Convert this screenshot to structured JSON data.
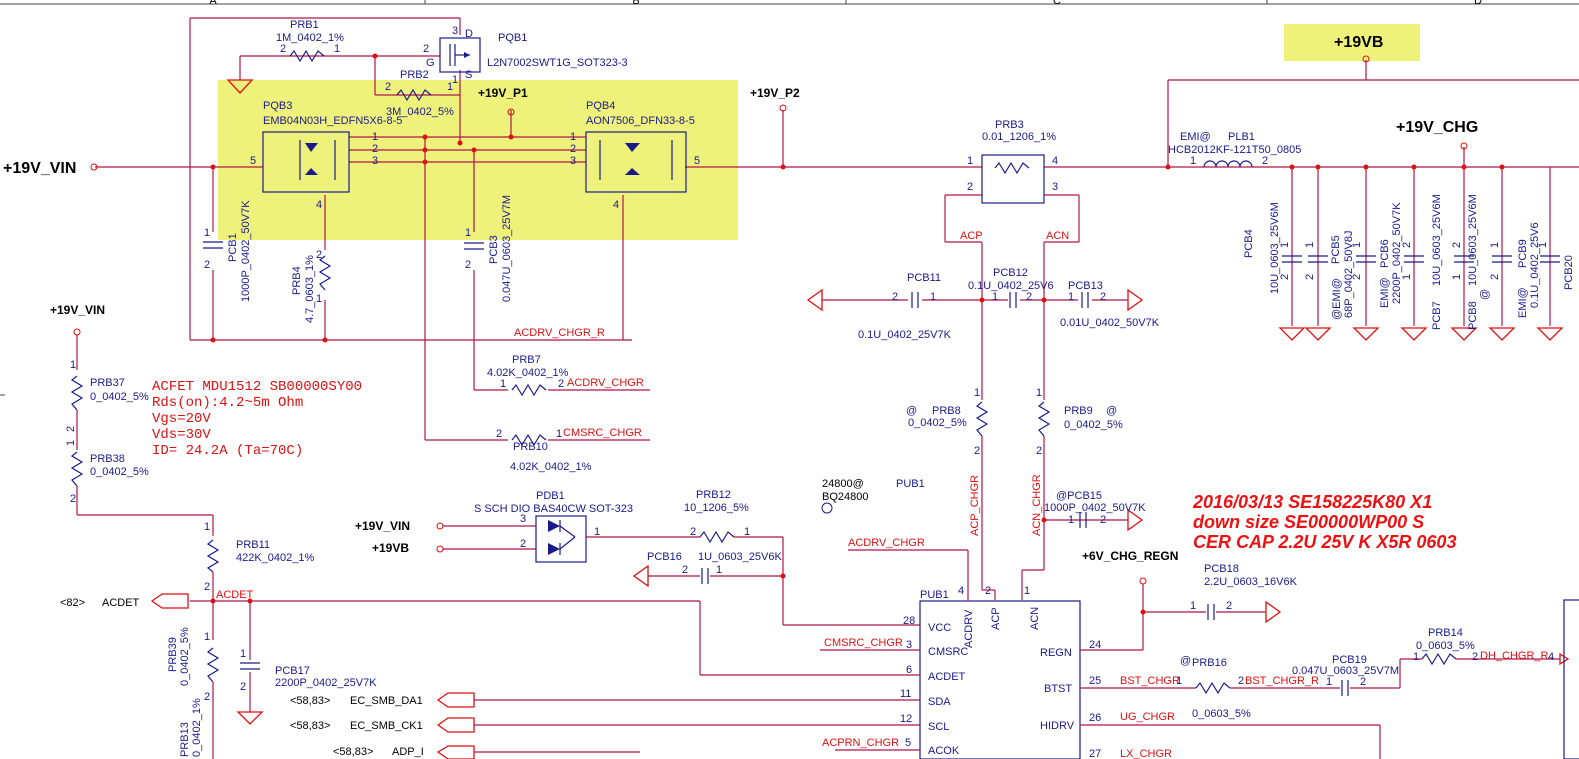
{
  "frame": {
    "cols": [
      "A",
      "B",
      "C",
      "D"
    ]
  },
  "rails": {
    "vin": "+19V_VIN",
    "p1": "+19V_P1",
    "p2": "+19V_P2",
    "vb": "+19VB",
    "chg": "+19V_CHG",
    "vin2": "+19V_VIN",
    "vin3": "+19V_VIN",
    "vb2": "+19VB",
    "regn": "+6V_CHG_REGN"
  },
  "fets": {
    "pqb1": {
      "ref": "PQB1",
      "part": "L2N7002SWT1G_SOT323-3",
      "d": "D",
      "g": "G",
      "s": "S",
      "p2": "2",
      "p3": "3",
      "p1": "1"
    },
    "pqb3": {
      "ref": "PQB3",
      "part": "EMB04N03H_EDFN5X6-8-5",
      "p1": "1",
      "p2": "2",
      "p3": "3",
      "p4": "4",
      "p5": "5"
    },
    "pqb4": {
      "ref": "PQB4",
      "part": "AON7506_DFN33-8-5",
      "p1": "1",
      "p2": "2",
      "p3": "3",
      "p4": "4",
      "p5": "5"
    }
  },
  "res": {
    "prb1": {
      "ref": "PRB1",
      "val": "1M_0402_1%",
      "a": "2",
      "b": "1"
    },
    "prb2": {
      "ref": "PRB2",
      "val": "3M_0402_5%",
      "a": "2",
      "b": "1"
    },
    "prb3": {
      "ref": "PRB3",
      "val": "0.01_1206_1%",
      "p1": "1",
      "p2": "2",
      "p3": "3",
      "p4": "4"
    },
    "prb4": {
      "ref": "PRB4",
      "val": "4.7_0603_1%",
      "a": "2",
      "b": "1"
    },
    "prb7": {
      "ref": "PRB7",
      "val": "4.02K_0402_1%",
      "a": "1",
      "b": "2"
    },
    "prb8": {
      "ref": "PRB8",
      "val": "0_0402_5%",
      "at": "@",
      "a": "1",
      "b": "2"
    },
    "prb9": {
      "ref": "PRB9",
      "val": "0_0402_5%",
      "at": "@",
      "a": "1",
      "b": "2"
    },
    "prb10": {
      "ref": "PRB10",
      "val": "4.02K_0402_1%",
      "a": "2",
      "b": "1"
    },
    "prb11": {
      "ref": "PRB11",
      "val": "422K_0402_1%",
      "a": "1",
      "b": "2"
    },
    "prb12": {
      "ref": "PRB12",
      "val": "10_1206_5%",
      "a": "2",
      "b": "1"
    },
    "prb14": {
      "ref": "PRB14",
      "val": "0_0603_5%",
      "a": "1",
      "b": "2"
    },
    "prb16": {
      "ref": "PRB16",
      "val": "0_0603_5%",
      "at": "@",
      "a": "1",
      "b": "2"
    },
    "prb37": {
      "ref": "PRB37",
      "val": "0_0402_5%",
      "a": "1",
      "b": "2"
    },
    "prb38": {
      "ref": "PRB38",
      "val": "0_0402_5%",
      "a": "1",
      "b": "2"
    },
    "prb39": {
      "ref": "PRB39",
      "val": "0_0402_5%",
      "a": "1",
      "b": "2"
    },
    "prb13": {
      "ref": "PRB13",
      "val": "0_0402_1%"
    }
  },
  "caps": {
    "pcb1": {
      "ref": "PCB1",
      "val": "1000P_0402_50V7K",
      "a": "1",
      "b": "2"
    },
    "pcb3": {
      "ref": "PCB3",
      "val": "0.047U_0603_25V7M",
      "a": "1",
      "b": "2"
    },
    "pcb4": {
      "ref": "PCB4",
      "val": "10U_0603_25V6M",
      "a": "1",
      "b": "2"
    },
    "pcb5": {
      "ref": "PCB5",
      "val": "68P_0402_50V8J",
      "at": "@EMI@",
      "a": "1",
      "b": "2"
    },
    "pcb6": {
      "ref": "PCB6",
      "val": "2200P_0402_50V7K",
      "at": "EMI@",
      "a": "1",
      "b": "2"
    },
    "pcb7": {
      "ref": "PCB7",
      "val": "10U_0603_25V6M",
      "a": "2",
      "b": "1"
    },
    "pcb8": {
      "ref": "PCB8",
      "val": "10U_0603_25V6M",
      "at": "@",
      "a": "2",
      "b": "1"
    },
    "pcb9": {
      "ref": "PCB9",
      "val": "0.1U_0402_25V6",
      "at": "EMI@",
      "a": "1",
      "b": "2"
    },
    "pcb11": {
      "ref": "PCB11",
      "val": "0.1U_0402_25V7K",
      "a": "2",
      "b": "1"
    },
    "pcb12": {
      "ref": "PCB12",
      "val": "0.1U_0402_25V6",
      "a": "1",
      "b": "2"
    },
    "pcb13": {
      "ref": "PCB13",
      "val": "0.01U_0402_50V7K",
      "a": "1",
      "b": "2"
    },
    "pcb15": {
      "ref": "@PCB15",
      "val": "1000P_0402_50V7K",
      "a": "1",
      "b": "2"
    },
    "pcb16": {
      "ref": "PCB16",
      "val": "1U_0603_25V6K",
      "a": "2",
      "b": "1"
    },
    "pcb17": {
      "ref": "PCB17",
      "val": "2200P_0402_25V7K",
      "a": "1",
      "b": "2"
    },
    "pcb18": {
      "ref": "PCB18",
      "val": "2.2U_0603_16V6K",
      "a": "1",
      "b": "2"
    },
    "pcb19": {
      "ref": "PCB19",
      "val": "0.047U_0603_25V7M",
      "a": "1",
      "b": "2"
    }
  },
  "plb1": {
    "ref": "PLB1",
    "val": "HCB2012KF-121T50_0805",
    "at": "EMI@",
    "a": "1",
    "b": "2"
  },
  "pdb1": {
    "ref": "PDB1",
    "desc": "S SCH DIO BAS40CW SOT-323",
    "p1": "1",
    "p2": "2",
    "p3": "3"
  },
  "pub1": {
    "ref": "PUB1",
    "ref2": "PUB1",
    "opt": "24800@",
    "part": "BQ24800",
    "left_pins": [
      {
        "num": "28",
        "name": "VCC"
      },
      {
        "num": "3",
        "name": "CMSRC"
      },
      {
        "num": "6",
        "name": "ACDET"
      },
      {
        "num": "11",
        "name": "SDA"
      },
      {
        "num": "12",
        "name": "SCL"
      },
      {
        "num": "5",
        "name": "ACOK"
      }
    ],
    "top_pins": [
      {
        "num": "4",
        "name": "ACDRV"
      },
      {
        "num": "2",
        "name": "ACP"
      },
      {
        "num": "1",
        "name": "ACN"
      }
    ],
    "right_pins": [
      {
        "num": "24",
        "name": "REGN"
      },
      {
        "num": "25",
        "name": "BTST"
      },
      {
        "num": "26",
        "name": "HIDRV"
      },
      {
        "num": "27"
      }
    ]
  },
  "nets": {
    "acdrv_chgr_r": "ACDRV_CHGR_R",
    "acdrv_chgr": "ACDRV_CHGR",
    "acdrv_chgr2": "ACDRV_CHGR",
    "cmsrc_chgr": "CMSRC_CHGR",
    "cmsrc_chgr2": "CMSRC_CHGR",
    "acp": "ACP",
    "acn": "ACN",
    "acp_chgr": "ACP_CHGR",
    "acn_chgr": "ACN_CHGR",
    "acdet": "ACDET",
    "acprn": "ACPRN_CHGR",
    "bst": "BST_CHGR",
    "bst_r": "BST_CHGR_R",
    "ug": "UG_CHGR",
    "dh_r": "DH_CHGR_R",
    "lx": "LX_CHGR"
  },
  "ports": [
    {
      "ref": "<82>",
      "name": "ACDET"
    },
    {
      "ref": "<58,83>",
      "name": "EC_SMB_DA1"
    },
    {
      "ref": "<58,83>",
      "name": "EC_SMB_CK1"
    },
    {
      "ref": "<58,83>",
      "name": "ADP_I"
    }
  ],
  "fet_note": [
    "ACFET MDU1512 SB00000SY00",
    "Rds(on):4.2~5m Ohm",
    "Vgs=20V",
    "Vds=30V",
    "ID= 24.2A (Ta=70C)"
  ],
  "change_note": [
    "2016/03/13   SE158225K80  X1",
    "down size SE00000WP00  S",
    "CER CAP 2.2U 25V K X5R 0603"
  ],
  "misc": {
    "pcb20": "PCB20",
    "prb14pin": "4"
  }
}
